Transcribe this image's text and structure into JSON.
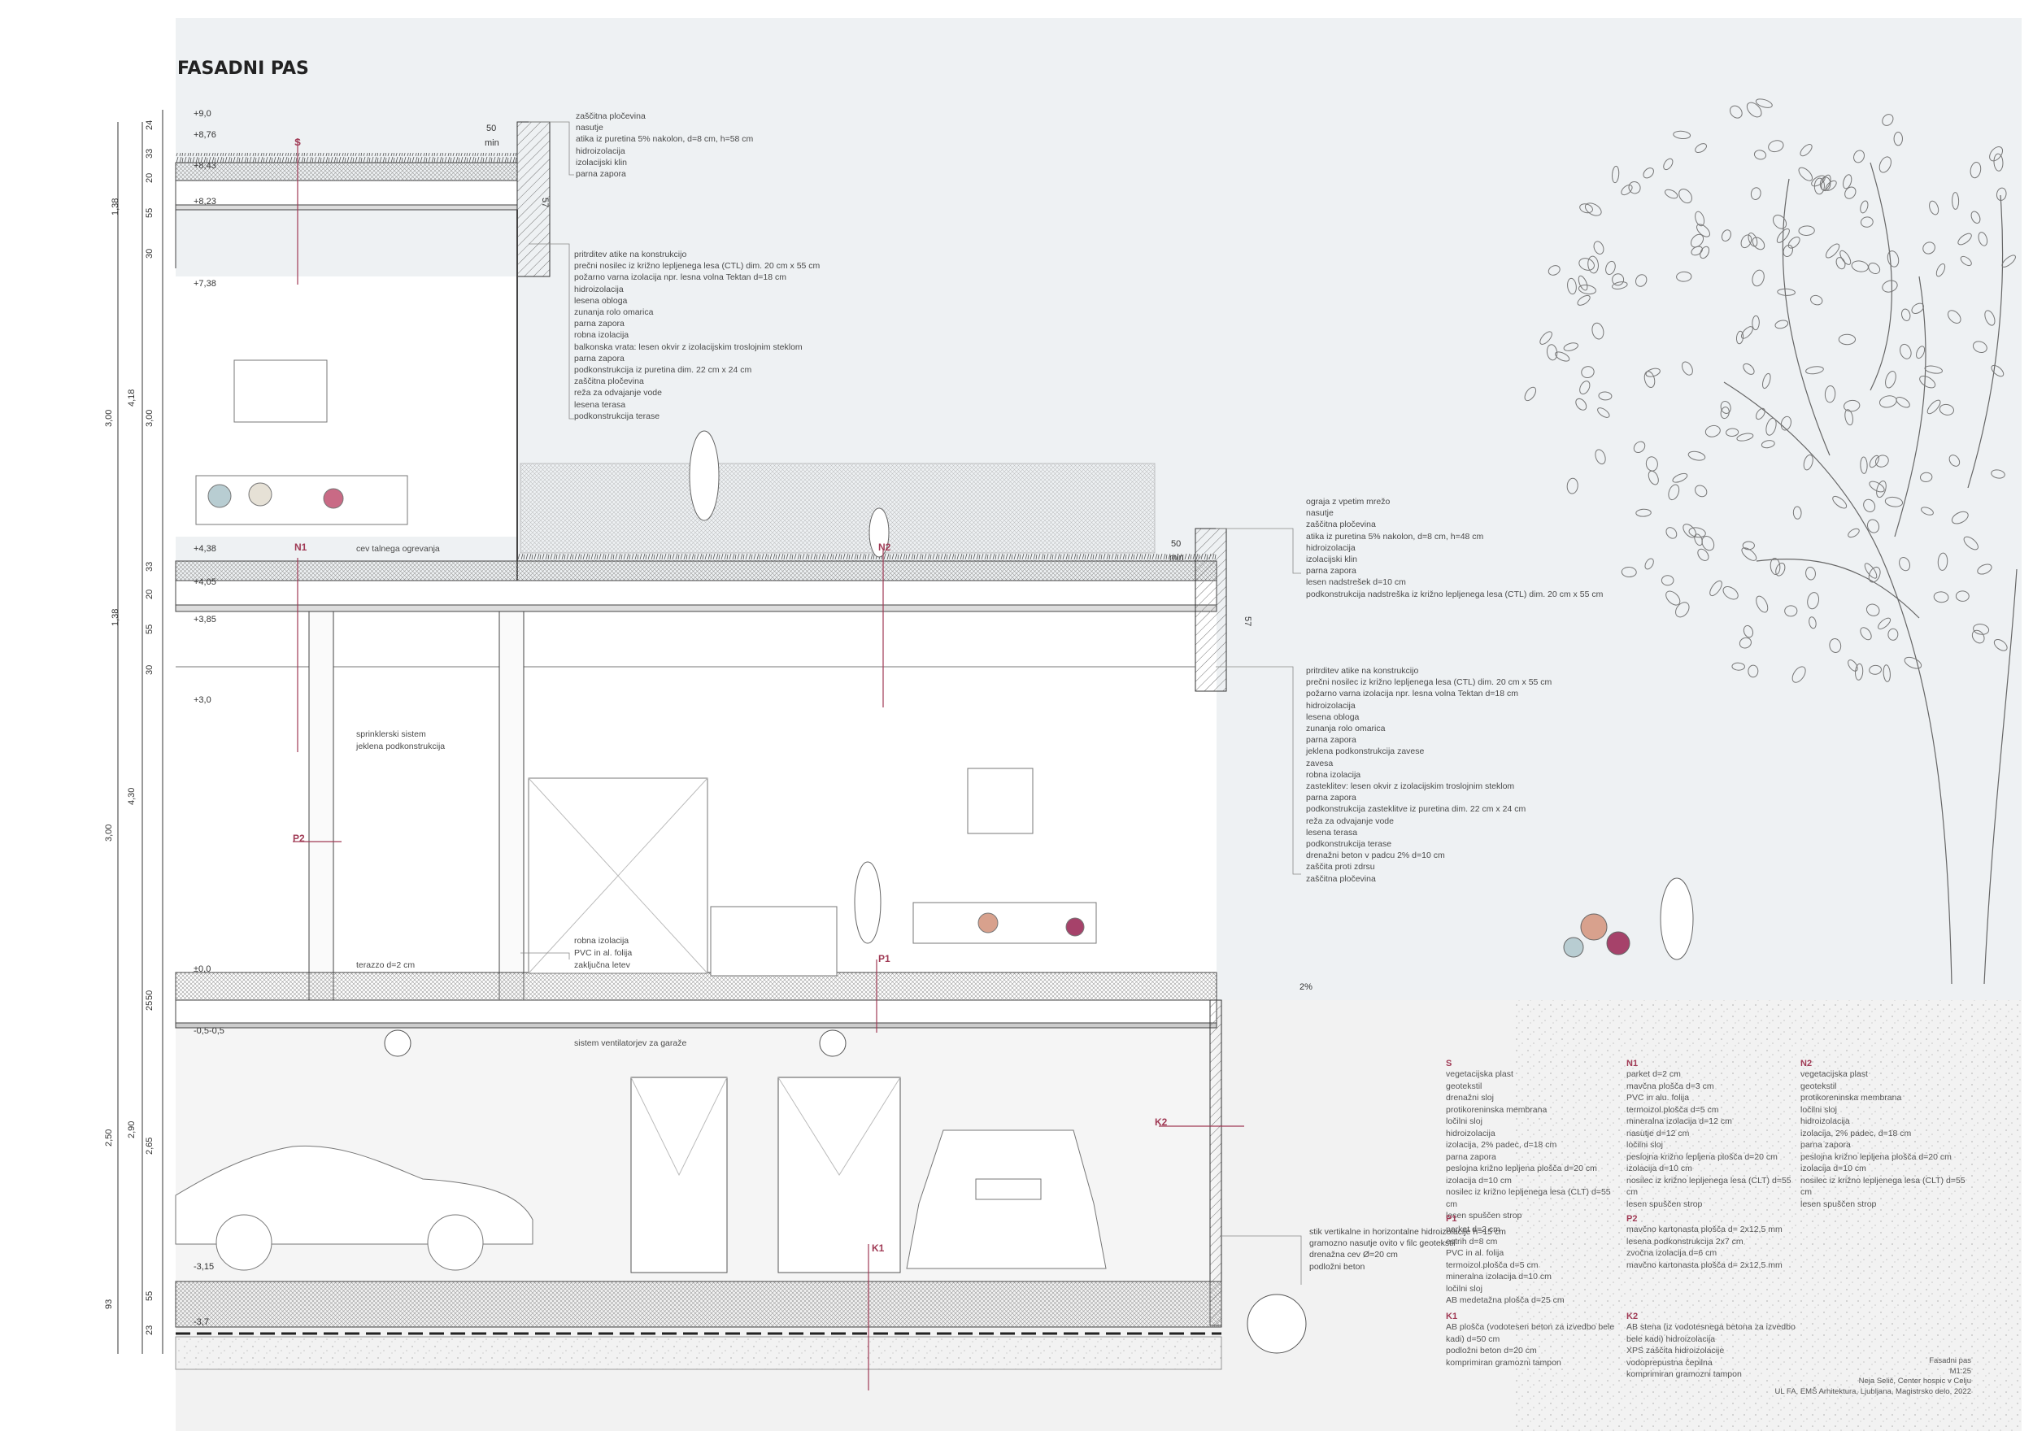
{
  "title": "FASADNI PAS",
  "levels": [
    "+9,0",
    "+8,76",
    "+8,43",
    "+8,23",
    "+7,38",
    "+4,38",
    "+4,05",
    "+3,85",
    "+3,0",
    "±0,0",
    "-0,5-0,5",
    "-3,15",
    "-3,7"
  ],
  "dims_outer": [
    "24",
    "33",
    "20",
    "55",
    "30",
    "33",
    "20",
    "55",
    "30",
    "50",
    "25",
    "55",
    "23"
  ],
  "dims_group": [
    "1,38",
    "4,18",
    "1,38",
    "4,30",
    "2,90",
    "2,65"
  ],
  "dims_far": [
    "3,00",
    "3,00",
    "2,50",
    "93"
  ],
  "dims_misc": [
    "3,00",
    "50",
    "min",
    "57",
    "50",
    "min",
    "57",
    "2%"
  ],
  "section_tags": [
    "S",
    "N1",
    "N2",
    "P1",
    "P2",
    "K1",
    "K2"
  ],
  "notes_top": [
    "zaščitna pločevina",
    "nasutje",
    "atika iz puretina 5% nakolon, d=8 cm, h=58 cm",
    "hidroizolacija",
    "izolacijski klin",
    "parna zapora"
  ],
  "notes_mid": [
    "pritrditev atike na konstrukcijo",
    "prečni nosilec iz križno lepljenega lesa (CTL) dim. 20 cm x 55 cm",
    "požarno varna izolacija npr. lesna volna Tektan d=18 cm",
    "hidroizolacija",
    "lesena obloga",
    "zunanja rolo omarica",
    "parna zapora",
    "robna izolacija",
    "balkonska vrata: lesen okvir z izolacijskim troslojnim steklom",
    "parna zapora",
    "podkonstrukcija iz puretina dim. 22 cm x 24 cm",
    "zaščitna pločevina",
    "reža za odvajanje vode",
    "lesena terasa",
    "podkonstrukcija terase"
  ],
  "notes_right_top": [
    "ograja z vpetim mrežo",
    "nasutje",
    "zaščitna pločevina",
    "atika iz puretina 5% nakolon, d=8 cm, h=48 cm",
    "hidroizolacija",
    "izolacijski klin",
    "parna zapora",
    "lesen nadstrešek d=10 cm",
    "podkonstrukcija nadstreška iz križno lepljenega lesa (CTL) dim. 20 cm x 55 cm"
  ],
  "notes_right_bottom": [
    "pritrditev atike na konstrukcijo",
    "prečni nosilec iz križno lepljenega lesa (CTL) dim. 20 cm x 55 cm",
    "požarno varna izolacija npr. lesna volna Tektan d=18 cm",
    "hidroizolacija",
    "lesena obloga",
    "zunanja rolo omarica",
    "parna zapora",
    "jeklena podkonstrukcija zavese",
    "zavesa",
    "robna izolacija",
    "zasteklitev: lesen okvir z izolacijskim troslojnim steklom",
    "parna zapora",
    "podkonstrukcija zasteklitve iz puretina dim. 22 cm x 24 cm",
    "reža za odvajanje vode",
    "lesena terasa",
    "podkonstrukcija terase",
    "drenažni beton v padcu 2% d=10 cm",
    "zaščita proti zdrsu",
    "zaščitna pločevina"
  ],
  "notes_interior": [
    "cev talnega ogrevanja",
    "sprinklerski sistem",
    "jeklena podkonstrukcija",
    "robna izolacija",
    "PVC in al. folija",
    "zaključna letev",
    "terazzo d=2 cm",
    "sistem ventilatorjev za garaže"
  ],
  "notes_ground": [
    "stik vertikalne in horizontalne hidroizolacije h=15 cm",
    "gramozno nasutje ovito v filc geotekstil",
    "drenažna cev Ø=20 cm",
    "podložni beton"
  ],
  "legend": [
    {
      "head": "S",
      "lines": [
        "vegetacijska plast",
        "geotekstil",
        "drenažni sloj",
        "protikoreninska membrana",
        "ločilni sloj",
        "hidroizolacija",
        "izolacija, 2% padec, d=18 cm",
        "parna zapora",
        "peslojna križno lepljena plošča d=20 cm",
        "izolacija d=10 cm",
        "nosilec iz križno lepljenega lesa (CLT) d=55 cm",
        "lesen spuščen strop"
      ]
    },
    {
      "head": "P1",
      "lines": [
        "parket d=2 cm",
        "estrih d=8 cm",
        "PVC in al. folija",
        "termoizol.plošča d=5 cm",
        "mineralna izolacija d=10 cm",
        "ločilni sloj",
        "AB medetažna plošča d=25 cm"
      ]
    },
    {
      "head": "K1",
      "lines": [
        "AB plošča (vodotesen beton za izvedbo bele kadi) d=50 cm",
        "podložni beton d=20 cm",
        "komprimiran gramozni tampon"
      ]
    },
    {
      "head": "N1",
      "lines": [
        "parket d=2 cm",
        "mavčna plošča d=3 cm",
        "PVC in alu. folija",
        "termoizol.plošča d=5 cm",
        "mineralna izolacija d=12 cm",
        "nasutje d=12 cm",
        "ločilni sloj",
        "peslojna križno lepljena plošča d=20 cm",
        "izolacija d=10 cm",
        "nosilec iz križno lepljenega lesa (CLT) d=55 cm",
        "lesen spuščen strop"
      ]
    },
    {
      "head": "P2",
      "lines": [
        "mavčno kartonasta plošča d= 2x12,5 mm",
        "lesena podkonstrukcija 2x7 cm",
        "zvočna izolacija d=6 cm",
        "mavčno kartonasta plošča d= 2x12,5 mm"
      ]
    },
    {
      "head": "K2",
      "lines": [
        "AB stena (iz vodotesnega betona za izvedbo bele kadi) hidroizolacija",
        "XPS zaščita hidroizolacije",
        "vodoprepustna čepilna",
        "komprimiran gramozni tampon"
      ]
    },
    {
      "head": "N2",
      "lines": [
        "vegetacijska plast",
        "geotekstil",
        "protikoreninska membrana",
        "ločilni sloj",
        "hidroizolacija",
        "izolacija, 2% padec, d=18 cm",
        "parna zapora",
        "peslojna križno lepljena plošča d=20 cm",
        "izolacija d=10 cm",
        "nosilec iz križno lepljenega lesa (CLT) d=55 cm",
        "lesen spuščen strop"
      ]
    }
  ],
  "footer": [
    "Fasadni pas",
    "M1:25",
    "Neja Selič, Center hospic v Celju",
    "UL FA, EMŠ Arhitektura, Ljubljana, Magistrsko delo, 2022"
  ],
  "colors": {
    "sky": "#eef1f3",
    "ground": "#f1f1f1",
    "accent": "#a03a55",
    "line": "#444444"
  }
}
